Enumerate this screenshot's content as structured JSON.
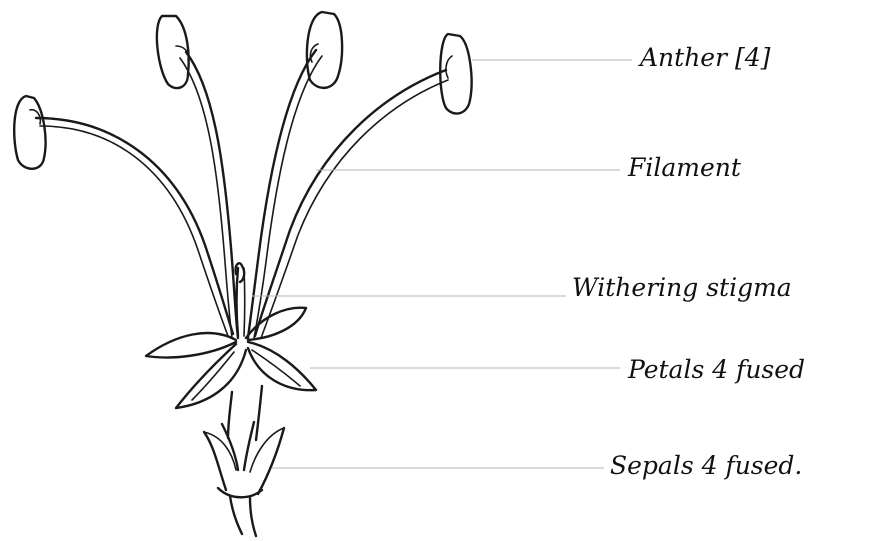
{
  "diagram": {
    "labels": {
      "anther": "Anther [4]",
      "filament": "Filament",
      "stigma": "Withering stigma",
      "petals": "Petals 4 fused",
      "sepals": "Sepals 4 fused."
    }
  }
}
